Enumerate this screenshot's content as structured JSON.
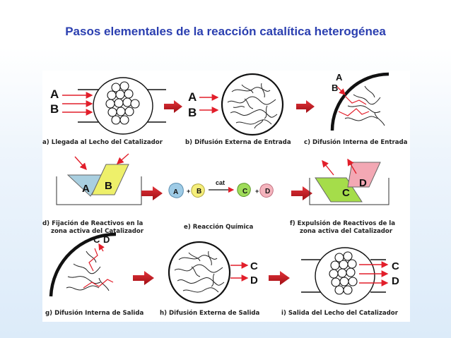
{
  "title": "Pasos elementales de la reacción catalítica heterogénea",
  "captions": {
    "a": "a) Llegada al Lecho del Catalizador",
    "b": "b) Difusión Externa de Entrada",
    "c": "c) Difusión Interna de Entrada",
    "d1": "d) Fijación de Reactivos en la",
    "d2": "zona activa del Catalizador",
    "e": "e) Reacción Química",
    "f1": "f) Expulsión de Reactivos de la",
    "f2": "zona activa del Catalizador",
    "g": "g) Difusión Interna de Salida",
    "h": "h) Difusión Externa de Salida",
    "i": "i) Salida del Lecho del Catalizador"
  },
  "species": {
    "a": "A",
    "b": "B",
    "c": "C",
    "d": "D",
    "plus": "+",
    "cat": "cat"
  },
  "colors": {
    "arrow": "#c8161e",
    "title": "#2b3fb0",
    "a_mol": "#9ecbe6",
    "b_mol": "#f5ee7a",
    "c_mol": "#9fdc5a",
    "d_mol": "#f4b4bd"
  }
}
